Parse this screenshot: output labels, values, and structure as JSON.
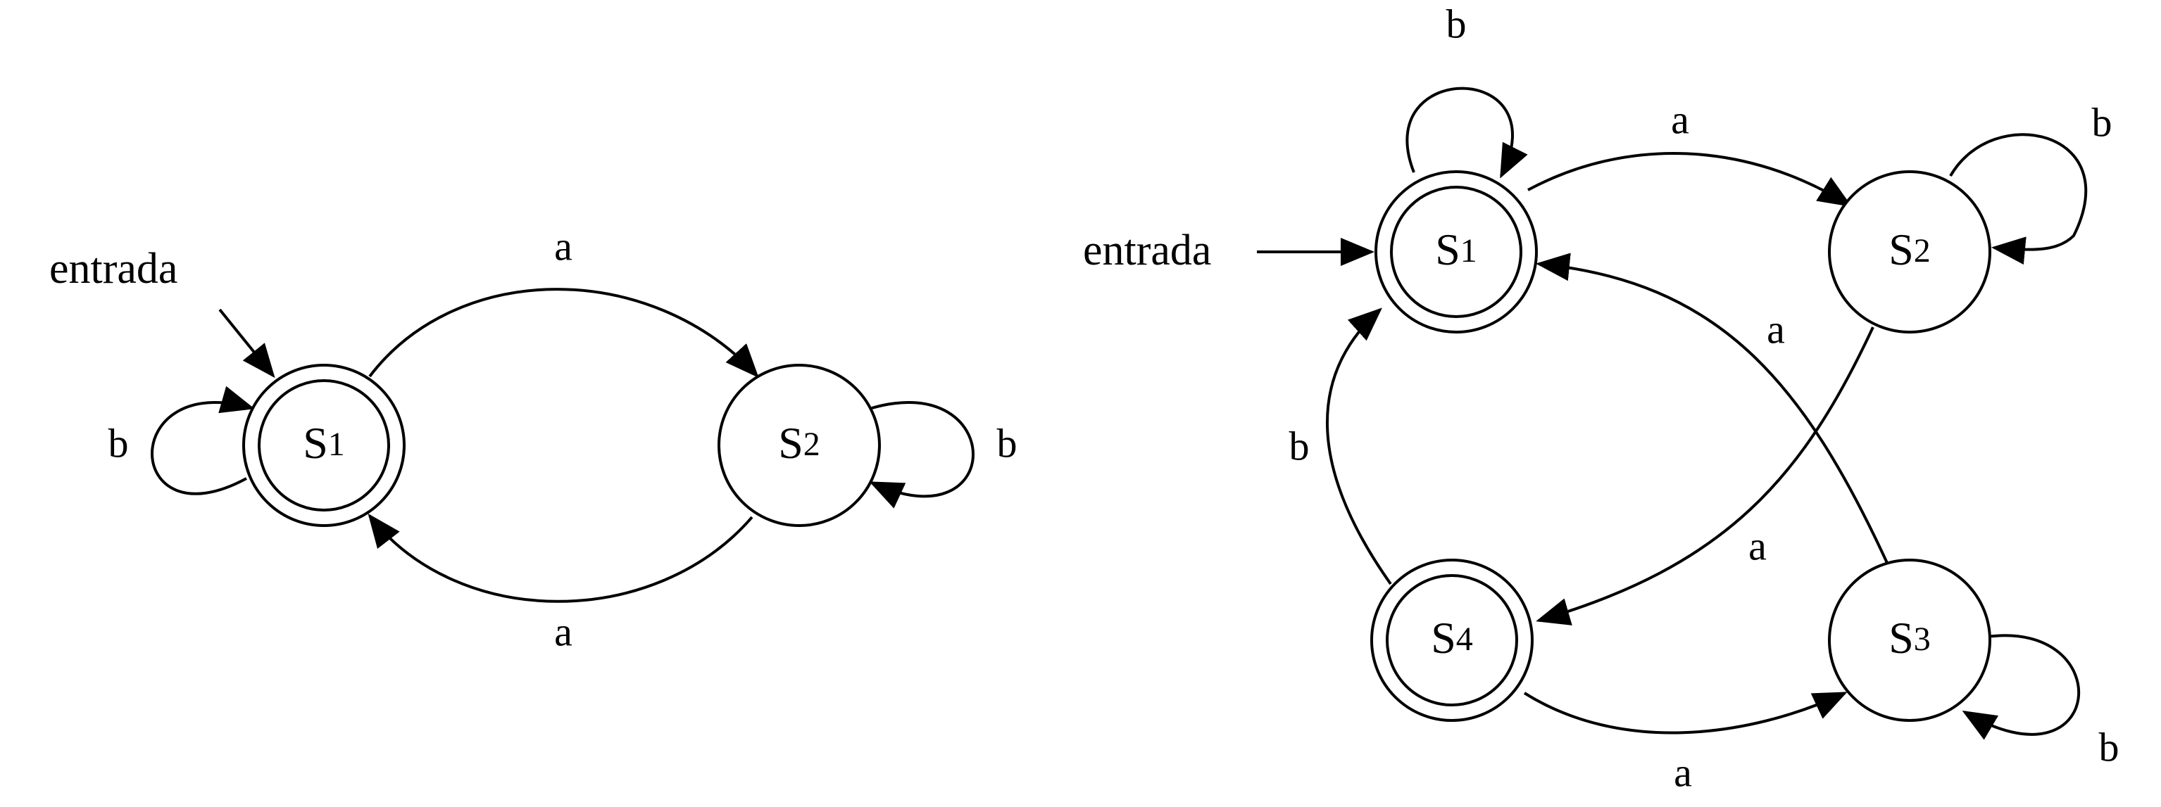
{
  "diagrams": [
    {
      "entry_label": "entrada",
      "states": [
        {
          "id": "s1",
          "base": "S",
          "sub": "1",
          "accepting": true
        },
        {
          "id": "s2",
          "base": "S",
          "sub": "2",
          "accepting": false
        }
      ],
      "transitions": [
        {
          "from": "s1",
          "to": "s2",
          "label": "a"
        },
        {
          "from": "s2",
          "to": "s1",
          "label": "a"
        },
        {
          "from": "s1",
          "to": "s1",
          "label": "b"
        },
        {
          "from": "s2",
          "to": "s2",
          "label": "b"
        }
      ]
    },
    {
      "entry_label": "entrada",
      "states": [
        {
          "id": "s1",
          "base": "S",
          "sub": "1",
          "accepting": true
        },
        {
          "id": "s2",
          "base": "S",
          "sub": "2",
          "accepting": false
        },
        {
          "id": "s3",
          "base": "S",
          "sub": "3",
          "accepting": false
        },
        {
          "id": "s4",
          "base": "S",
          "sub": "4",
          "accepting": true
        }
      ],
      "transitions": [
        {
          "from": "s1",
          "to": "s1",
          "label": "b"
        },
        {
          "from": "s1",
          "to": "s2",
          "label": "a"
        },
        {
          "from": "s2",
          "to": "s2",
          "label": "b"
        },
        {
          "from": "s3",
          "to": "s1",
          "label": "a"
        },
        {
          "from": "s2",
          "to": "s4",
          "label": "a"
        },
        {
          "from": "s4",
          "to": "s1",
          "label": "b"
        },
        {
          "from": "s4",
          "to": "s3",
          "label": "a"
        },
        {
          "from": "s3",
          "to": "s3",
          "label": "b"
        }
      ]
    }
  ]
}
